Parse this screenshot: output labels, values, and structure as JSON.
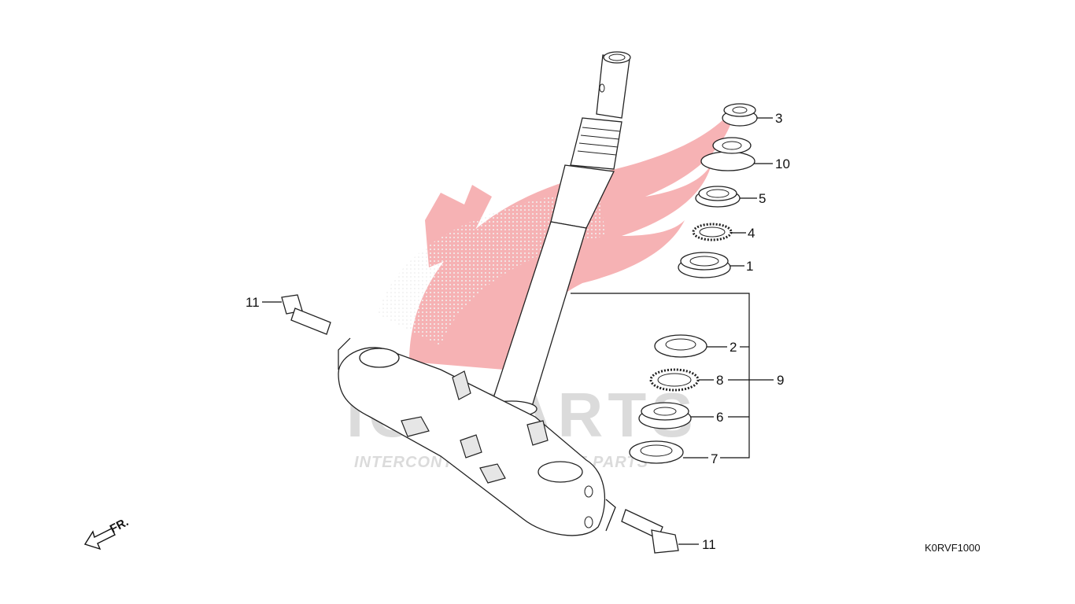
{
  "diagram": {
    "drawing_code": "K0RVF1000",
    "front_indicator": "FR.",
    "callouts": {
      "p1": "1",
      "p2": "2",
      "p3": "3",
      "p4": "4",
      "p5": "5",
      "p6": "6",
      "p7": "7",
      "p8": "8",
      "p9": "9",
      "p10": "10",
      "p11_upper": "11",
      "p11_lower": "11"
    }
  },
  "watermark": {
    "brand": "ICSPARTS",
    "tagline": "INTERCONTINENTAL SPARE PARTS",
    "colors": {
      "accent": "#e8262c",
      "grey": "#9a9a9a"
    }
  }
}
